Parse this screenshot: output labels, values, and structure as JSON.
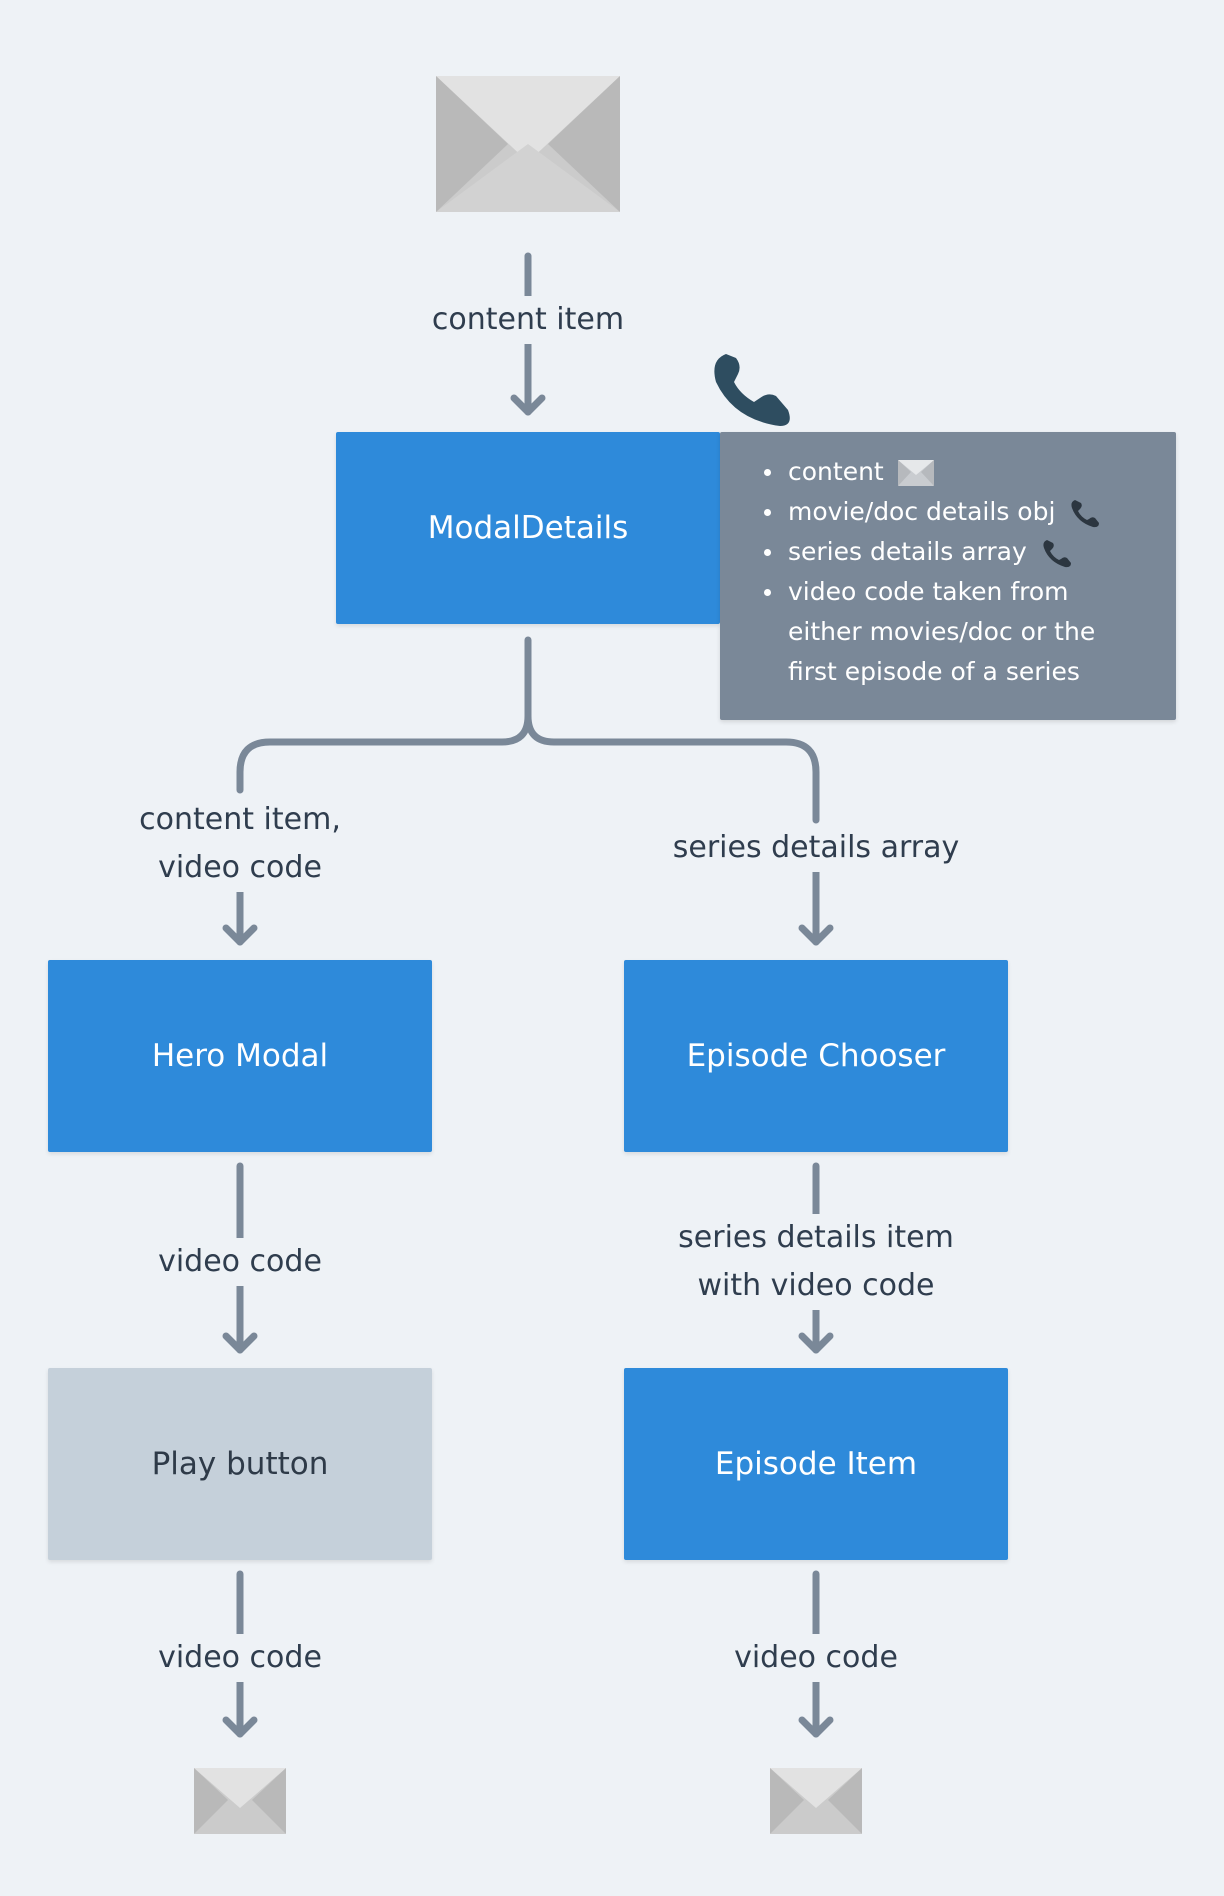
{
  "nodes": {
    "modal_details": "ModalDetails",
    "hero_modal": "Hero Modal",
    "episode_chooser": "Episode Chooser",
    "play_button": "Play button",
    "episode_item": "Episode Item"
  },
  "edges": {
    "top_to_modal": "content item",
    "modal_to_hero_line1": "content item,",
    "modal_to_hero_line2": "video code",
    "modal_to_chooser": "series details array",
    "hero_to_play": "video code",
    "chooser_to_item_line1": "series details item",
    "chooser_to_item_line2": "with video code",
    "play_to_output": "video code",
    "item_to_output": "video code"
  },
  "note": {
    "items": [
      {
        "text": "content",
        "icon": "envelope-icon"
      },
      {
        "text": "movie/doc details obj",
        "icon": "phone-icon"
      },
      {
        "text": "series details array",
        "icon": "phone-icon"
      },
      {
        "text": "video code taken from either movies/doc or the first episode of a series",
        "icon": ""
      }
    ]
  },
  "icons": {
    "input": "envelope-icon",
    "api_call": "phone-icon",
    "output_left": "envelope-icon",
    "output_right": "envelope-icon"
  },
  "colors": {
    "component": "#2e8ada",
    "inactive_component": "#c5d0da",
    "note": "#7a8898",
    "connector": "#7a8898",
    "background": "#eef2f6"
  }
}
